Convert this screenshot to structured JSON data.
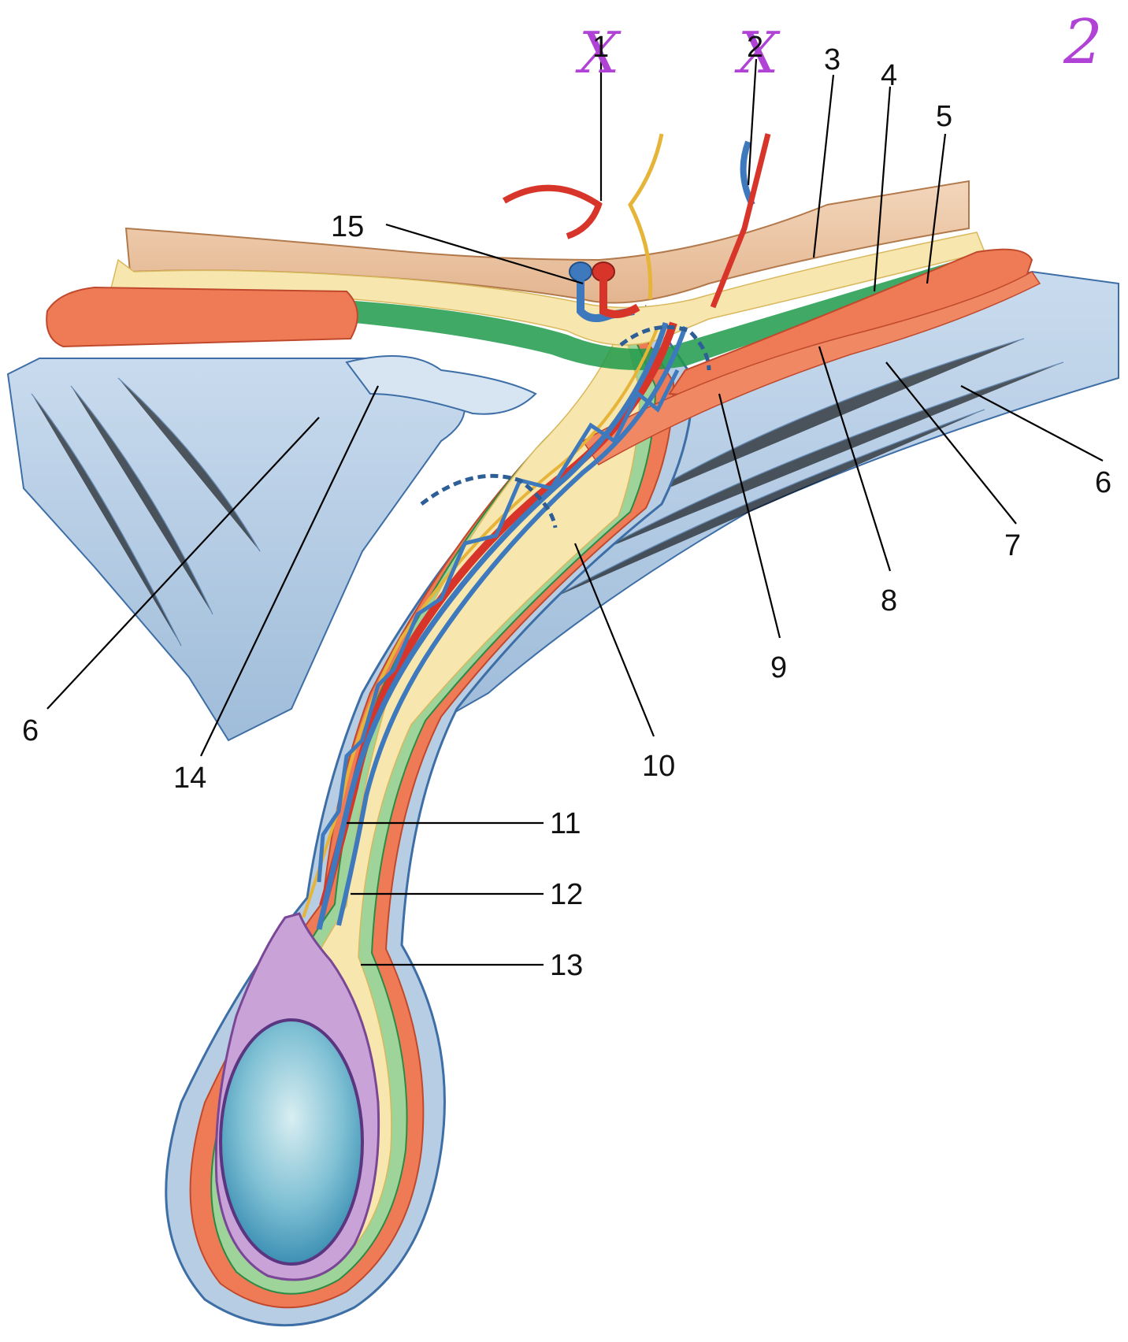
{
  "figure": {
    "labels": {
      "l1": "1",
      "l2": "2",
      "l3": "3",
      "l4": "4",
      "l5": "5",
      "l6_right": "6",
      "l7": "7",
      "l8": "8",
      "l9": "9",
      "l10": "10",
      "l11": "11",
      "l12": "12",
      "l13": "13",
      "l14": "14",
      "l15": "15",
      "l6_left": "6"
    },
    "handwriting": [
      "X",
      "X",
      "2"
    ],
    "colors": {
      "skin": "#e9c09d",
      "fat": "#f7e6ae",
      "fascia_green": "#1e9a4a",
      "muscle": "#ee7b55",
      "peritoneum_blue": "#b7cde3",
      "vein": "#3f79bd",
      "artery": "#d8352a",
      "nerve": "#e7b43a",
      "testis": "#5aa6c4",
      "tunica": "#8a5aa6",
      "ink": "#000000",
      "handwriting": "#b043d6"
    }
  }
}
